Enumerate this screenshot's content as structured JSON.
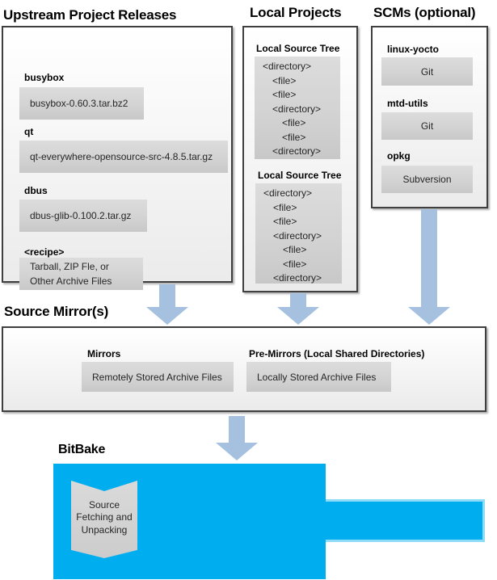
{
  "colors": {
    "bitbake_blue": "#00AEEF",
    "bitbake_edge_blue": "#8EDBF8",
    "arrow_blue": "#A6C1DF"
  },
  "upstream": {
    "title": "Upstream Project Releases",
    "entries": [
      {
        "label": "busybox",
        "file": "busybox-0.60.3.tar.bz2"
      },
      {
        "label": "qt",
        "file": "qt-everywhere-opensource-src-4.8.5.tar.gz"
      },
      {
        "label": "dbus",
        "file": "dbus-glib-0.100.2.tar.gz"
      },
      {
        "label": "<recipe>",
        "file": "Tarball, ZIP Fle, or\nOther Archive Files"
      }
    ]
  },
  "local_projects": {
    "title": "Local Projects",
    "trees": [
      {
        "label": "Local Source Tree",
        "lines": [
          {
            "text": "<directory>",
            "indent": 0
          },
          {
            "text": "<file>",
            "indent": 1
          },
          {
            "text": "<file>",
            "indent": 1
          },
          {
            "text": "<directory>",
            "indent": 1
          },
          {
            "text": "<file>",
            "indent": 2
          },
          {
            "text": "<file>",
            "indent": 2
          },
          {
            "text": "<directory>",
            "indent": 1
          }
        ]
      },
      {
        "label": "Local Source Tree",
        "lines": [
          {
            "text": "<directory>",
            "indent": 0
          },
          {
            "text": "<file>",
            "indent": 1
          },
          {
            "text": "<file>",
            "indent": 1
          },
          {
            "text": "<directory>",
            "indent": 1
          },
          {
            "text": "<file>",
            "indent": 2
          },
          {
            "text": "<file>",
            "indent": 2
          },
          {
            "text": "<directory>",
            "indent": 1
          }
        ]
      }
    ]
  },
  "scms": {
    "title": "SCMs (optional)",
    "entries": [
      {
        "label": "linux-yocto",
        "scm": "Git"
      },
      {
        "label": "mtd-utils",
        "scm": "Git"
      },
      {
        "label": "opkg",
        "scm": "Subversion"
      }
    ]
  },
  "source_mirrors": {
    "title": "Source Mirror(s)",
    "sections": [
      {
        "label": "Mirrors",
        "box": "Remotely Stored Archive Files"
      },
      {
        "label": "Pre-Mirrors (Local Shared Directories)",
        "box": "Locally Stored Archive Files"
      }
    ]
  },
  "bitbake": {
    "title": "BitBake",
    "chevron": "Source Fetching and Unpacking"
  }
}
